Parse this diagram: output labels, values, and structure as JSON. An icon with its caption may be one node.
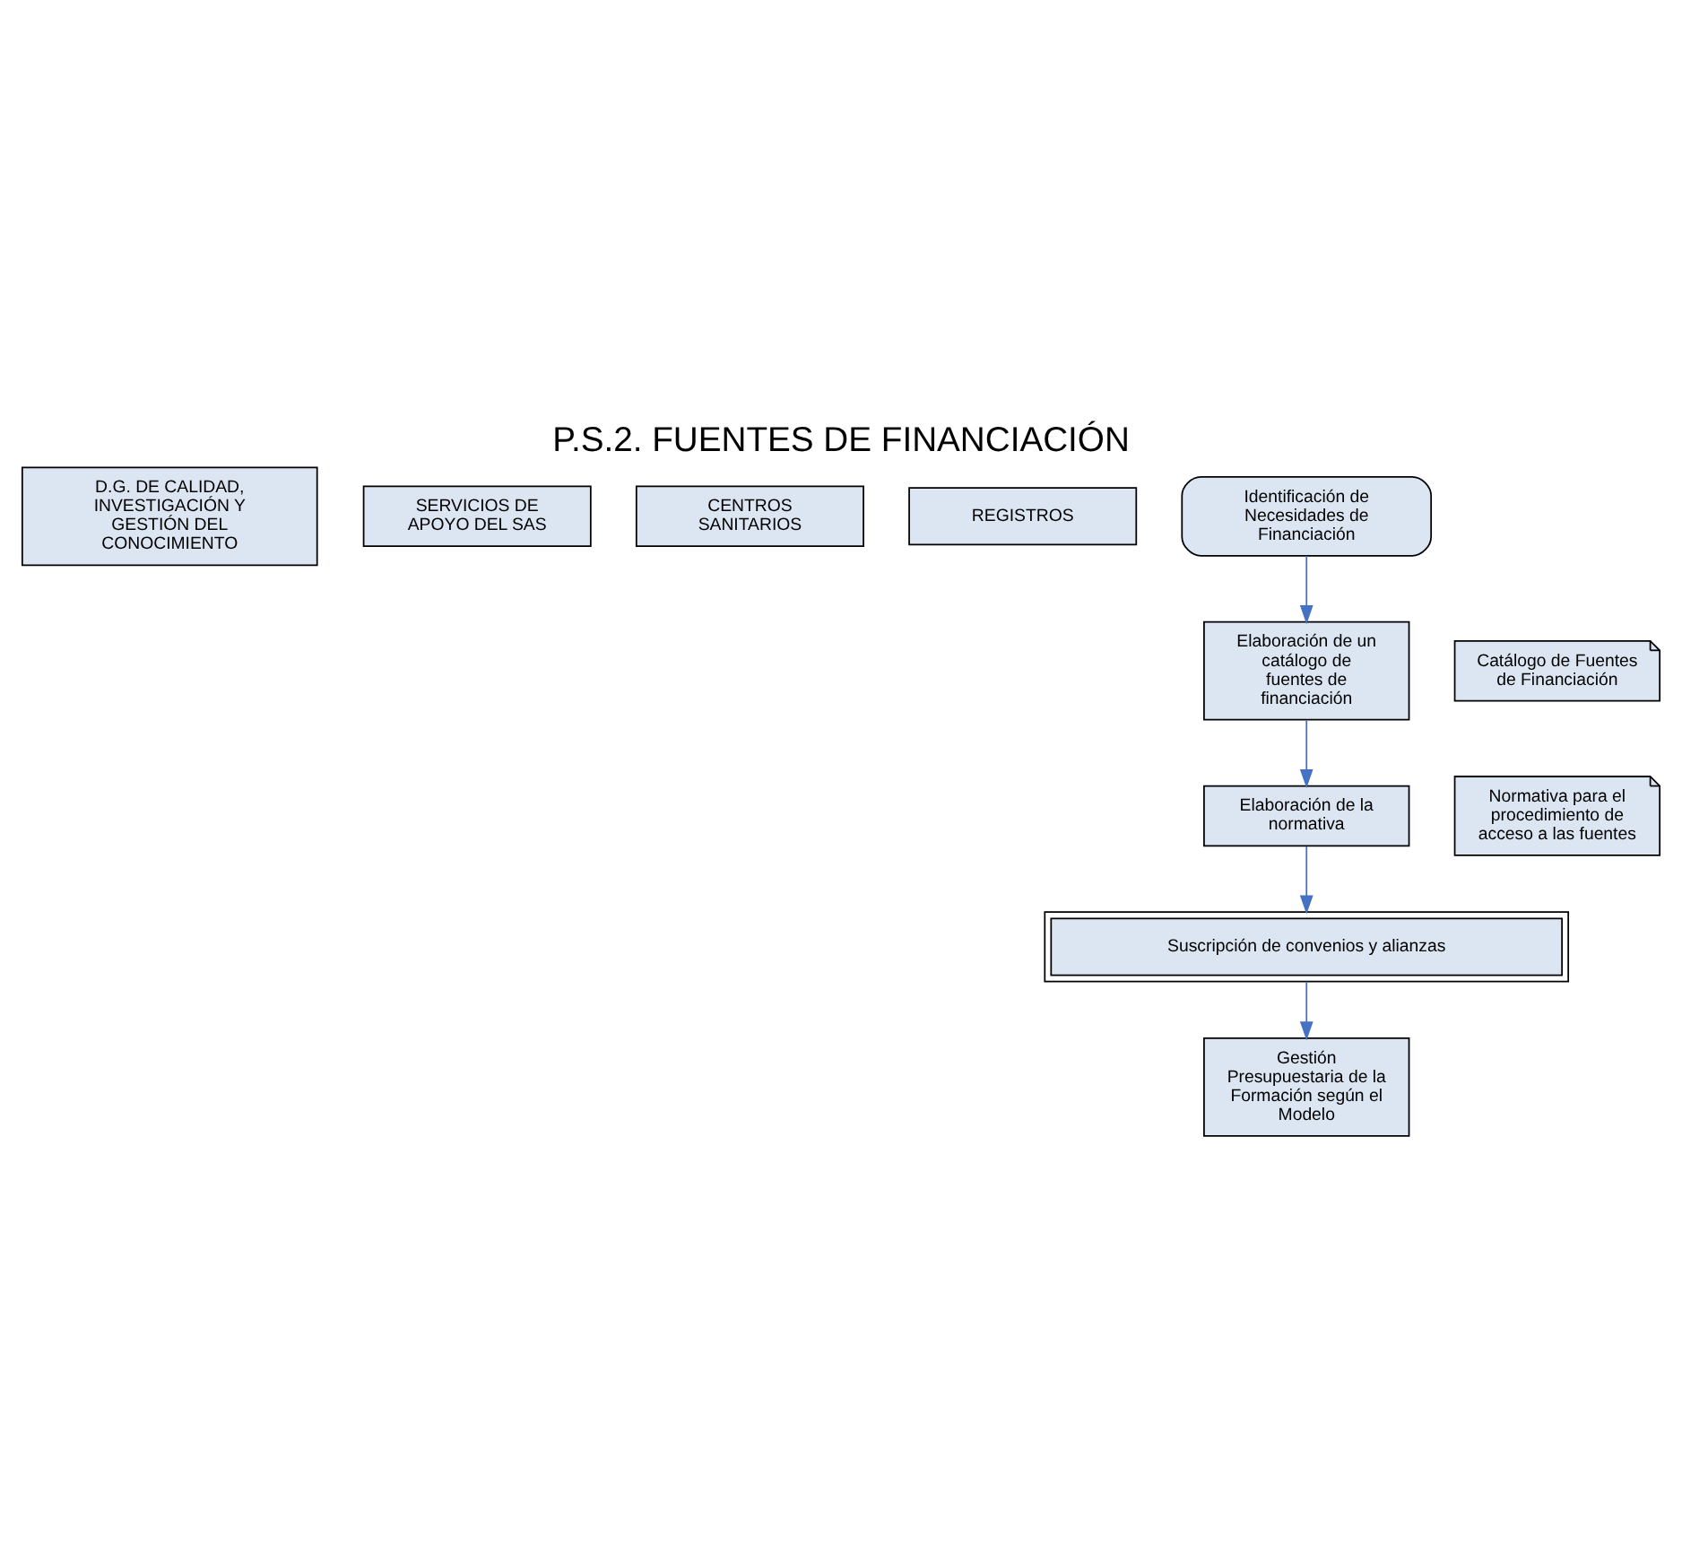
{
  "diagram": {
    "title": "P.S.2. FUENTES DE FINANCIACIÓN",
    "nodes": [
      {
        "text": [
          "D.G. DE CALIDAD, INVESTIGACIÓN Y GESTIÓN DEL CONOCIMIENTO"
        ]
      },
      {
        "text": [
          "SERVICIOS DE APOYO DEL SAS"
        ]
      },
      {
        "text": [
          "CENTROS SANITARIOS"
        ]
      },
      {
        "text": [
          "REGISTROS"
        ]
      },
      {
        "text": [
          "Identificación de Necesidades de Financiación"
        ]
      },
      {
        "text": [
          "Elaboración de un catálogo de fuentes de financiación"
        ]
      },
      {
        "text": [
          "Catálogo de Fuentes de Financiación"
        ]
      },
      {
        "text": [
          "Elaboración de la normativa"
        ]
      },
      {
        "text": [
          "Normativa para el procedimiento de acceso a las fuentes"
        ]
      },
      {
        "text": [
          "Suscripción de convenios y alianzas"
        ]
      },
      {
        "text": [
          "Gestión Presupuestaria de la Formación según el Modelo"
        ]
      }
    ],
    "edges": [
      {
        "from": 4,
        "to": 5,
        "arrow": "to"
      },
      {
        "from": 5,
        "to": 7,
        "arrow": "to"
      },
      {
        "from": 7,
        "to": 9,
        "arrow": "to"
      },
      {
        "from": 9,
        "to": 10,
        "arrow": "to"
      }
    ]
  }
}
